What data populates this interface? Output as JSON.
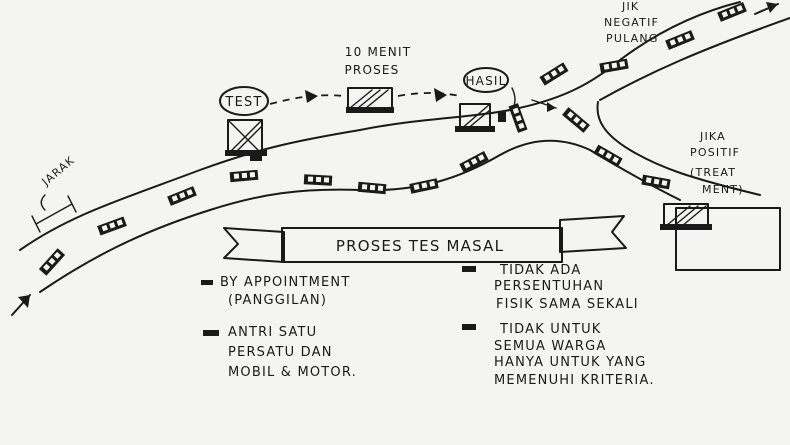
{
  "labels": {
    "jarak": "JARAK",
    "test": "TEST",
    "menit_line1": "10 MENIT",
    "menit_line2": "PROSES",
    "hasil": "HASIL",
    "negatif_line1": "JIK",
    "negatif_line2": "NEGATIF",
    "negatif_line3": "PULANG",
    "positif_line1": "JIKA",
    "positif_line2": "POSITIF",
    "positif_line3": "(TREAT",
    "positif_line4": "MENT)"
  },
  "banner": {
    "title": "PROSES TES MASAL"
  },
  "legend": {
    "left": [
      {
        "lines": [
          "BY APPOINTMENT",
          "(PANGGILAN)"
        ]
      },
      {
        "lines": [
          "ANTRI SATU",
          "PERSATU DAN",
          "MOBIL & MOTOR."
        ]
      }
    ],
    "right": [
      {
        "lines": [
          "TIDAK ADA",
          "PERSENTUHAN",
          "FISIK SAMA SEKALI"
        ]
      },
      {
        "lines": [
          "TIDAK UNTUK",
          "SEMUA WARGA",
          "HANYA UNTUK YANG",
          "MEMENUHI KRITERIA."
        ]
      }
    ]
  },
  "colors": {
    "paper": "#f4f4f2",
    "ink": "#1a1a1a"
  }
}
